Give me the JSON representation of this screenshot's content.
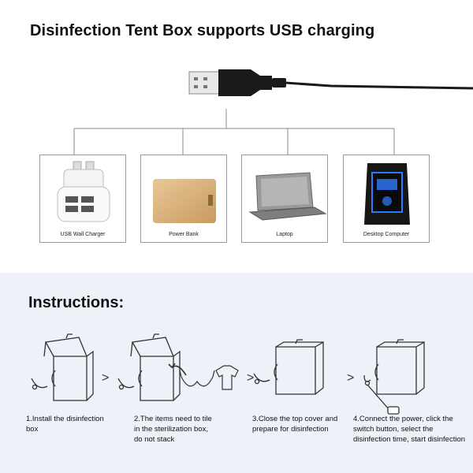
{
  "header": {
    "title": "Disinfection Tent Box supports USB charging"
  },
  "devices": [
    {
      "label": "USB Wall Charger",
      "icon": "usb-wall-charger-icon"
    },
    {
      "label": "Power Bank",
      "icon": "power-bank-icon"
    },
    {
      "label": "Laptop",
      "icon": "laptop-icon"
    },
    {
      "label": "Desktop Computer",
      "icon": "desktop-computer-icon"
    }
  ],
  "instructions": {
    "title": "Instructions:",
    "steps": [
      {
        "text": "1.Install the disinfection box"
      },
      {
        "text": "2.The items need to tile in the sterilization box, do not stack"
      },
      {
        "text": "3.Close the top cover and prepare for disinfection"
      },
      {
        "text": "4.Connect the power, click the switch button, select the disinfection time, start disinfection"
      }
    ],
    "arrow_glyph": ">"
  },
  "colors": {
    "bottom_background": "#eef2f8",
    "power_bank": "#d7b07a",
    "desktop_accent": "#2f7bff"
  }
}
